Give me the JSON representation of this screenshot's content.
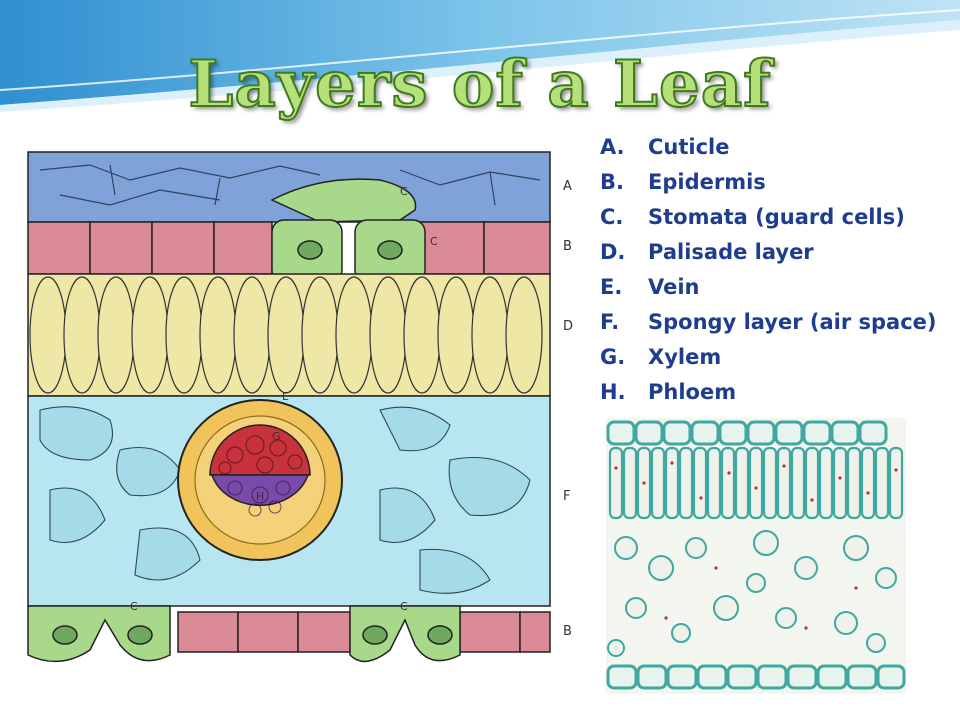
{
  "slide": {
    "title": "Layers of a Leaf"
  },
  "diagram": {
    "side_labels": [
      "A",
      "B",
      "D",
      "F",
      "B"
    ],
    "in_labels": [
      "C",
      "C",
      "E",
      "G",
      "H",
      "C",
      "C"
    ]
  },
  "legend": [
    {
      "letter": "A.",
      "text": "Cuticle"
    },
    {
      "letter": "B.",
      "text": "Epidermis"
    },
    {
      "letter": "C.",
      "text": "Stomata (guard cells)"
    },
    {
      "letter": "D.",
      "text": "Palisade layer"
    },
    {
      "letter": "E.",
      "text": "Vein"
    },
    {
      "letter": "F.",
      "text": "Spongy layer (air space)"
    },
    {
      "letter": "G.",
      "text": "Xylem"
    },
    {
      "letter": "H.",
      "text": "Phloem"
    }
  ],
  "colors": {
    "cuticle": "#7fa3d9",
    "epidermis": "#d98a95",
    "guard_cell": "#a8d88a",
    "palisade": "#efe7a6",
    "spongy": "#b8e6f0",
    "vein_sheath": "#f0c45a",
    "xylem": "#c8323c",
    "phloem": "#7a4aa8",
    "legend_text": "#1f3d8f",
    "title_fill": "#b6e07a",
    "stain": "#3fa8a0"
  },
  "icons": [
    "leaf-cross-section-diagram",
    "leaf-micrograph"
  ]
}
